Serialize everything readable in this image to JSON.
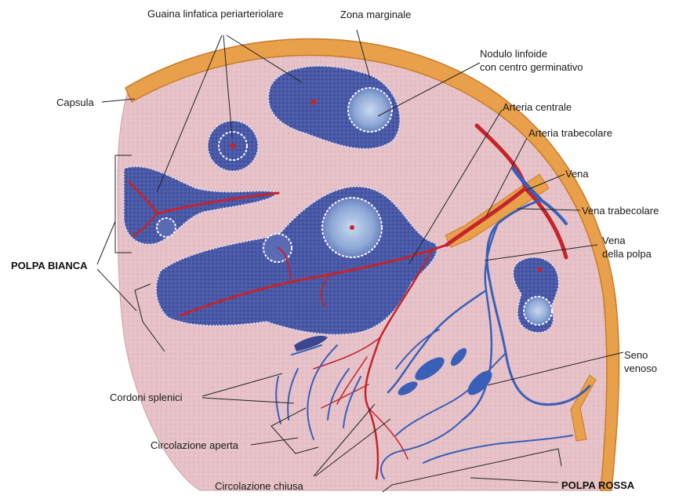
{
  "labels": {
    "guaina": "Guaina linfatica periarteriolare",
    "zona_marginale": "Zona marginale",
    "nodulo_1": "Nodulo linfoide",
    "nodulo_2": "con centro germinativo",
    "capsula": "Capsula",
    "arteria_centrale": "Arteria centrale",
    "arteria_trabecolare": "Arteria trabecolare",
    "vena": "Vena",
    "vena_trabecolare": "Vena trabecolare",
    "vena_polpa_1": "Vena",
    "vena_polpa_2": "della polpa",
    "polpa_bianca": "POLPA BIANCA",
    "seno_1": "Seno",
    "seno_2": "venoso",
    "cordoni": "Cordoni splenici",
    "circ_aperta": "Circolazione aperta",
    "circ_chiusa": "Circolazione chiusa",
    "polpa_rossa": "POLPA ROSSA"
  },
  "colors": {
    "capsule": "#e8a04a",
    "capsule_edge": "#c97a2a",
    "red_pulp": "#e6c2c8",
    "white_pulp": "#4a5aa8",
    "white_pulp_dark": "#3a4690",
    "germinal_center": "#a9bfe0",
    "artery": "#c4242c",
    "vein": "#3a5fb8"
  }
}
